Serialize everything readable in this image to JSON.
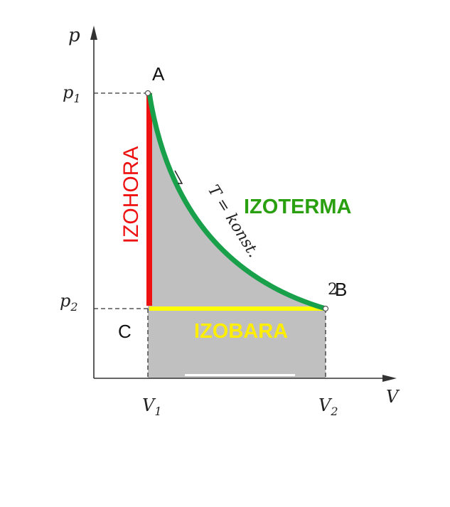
{
  "axes": {
    "y_label": "p",
    "x_label": "V"
  },
  "ticks": {
    "p1_base": "p",
    "p1_sub": "1",
    "p2_base": "p",
    "p2_sub": "2",
    "v1_base": "V",
    "v1_sub": "1",
    "v2_base": "V",
    "v2_sub": "2"
  },
  "points": {
    "a": "A",
    "b": "B",
    "b_small": "2",
    "c": "C"
  },
  "labels": {
    "isochore": "IZOHORA",
    "isotherm": "IZOTERMA",
    "isobar": "IZOBARA",
    "isotherm_note": "T = konst."
  },
  "colors": {
    "isochore": "#ee1111",
    "isotherm": "#18a04a",
    "isotherm_text": "#2aa010",
    "isobar": "#ffff00",
    "isobar_text": "#ffee00",
    "shade": "#c0c0c0",
    "axis": "#333333"
  }
}
